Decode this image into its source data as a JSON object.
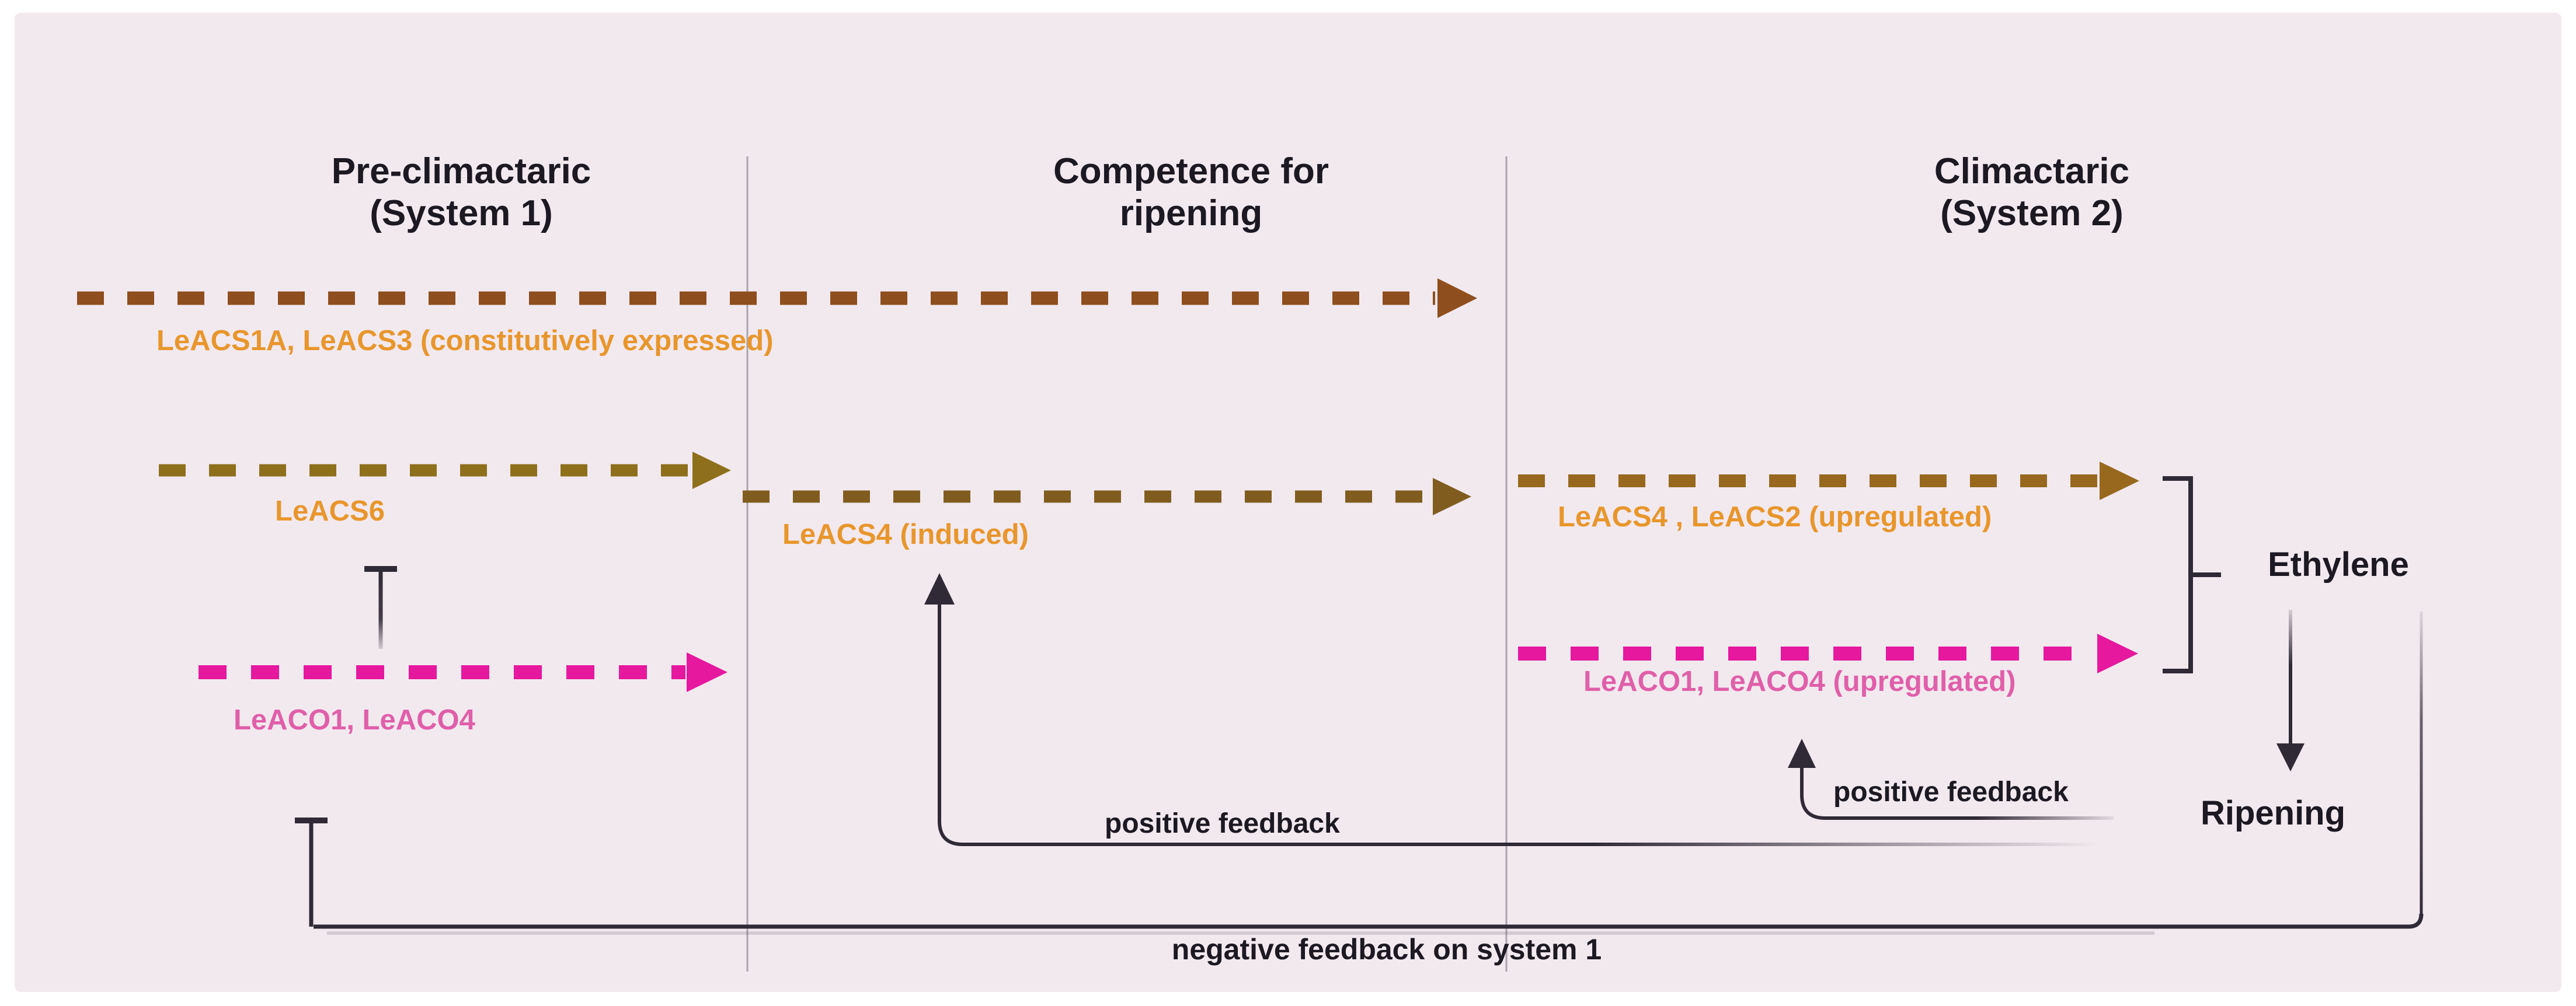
{
  "stages": [
    {
      "line1": "Pre-climactaric",
      "line2": "(System 1)"
    },
    {
      "line1": "Competence for",
      "line2": "ripening"
    },
    {
      "line1": "Climactaric",
      "line2": "(System 2)"
    }
  ],
  "gene_labels": {
    "acs1a_acs3": "LeACS1A, LeACS3 (constitutively expressed)",
    "acs6": "LeACS6",
    "acs4_induced": "LeACS4 (induced)",
    "acs4_acs2_upregulated": "LeACS4 , LeACS2 (upregulated)",
    "aco1_aco4": "LeACO1, LeACO4",
    "aco1_aco4_upregulated": "LeACO1, LeACO4 (upregulated)"
  },
  "output_labels": {
    "ethylene": "Ethylene",
    "ripening": "Ripening"
  },
  "feedback_labels": {
    "positive_mid": "positive feedback",
    "positive_right": "positive feedback",
    "negative": "negative feedback on system 1"
  },
  "colors": {
    "panel_background": "#f2e9ef",
    "divider_gray": "#aaa4ad",
    "arrow_brown_dark": "#8e4e1d",
    "arrow_olive": "#8e701c",
    "arrow_olive_mid": "#805d1f",
    "arrow_olive_right": "#97681e",
    "arrow_magenta": "#e6189e",
    "label_orange": "#e8962c",
    "label_pink": "#e05fa9",
    "line_dark": "#2f2a35",
    "text_black": "#1c1922"
  }
}
